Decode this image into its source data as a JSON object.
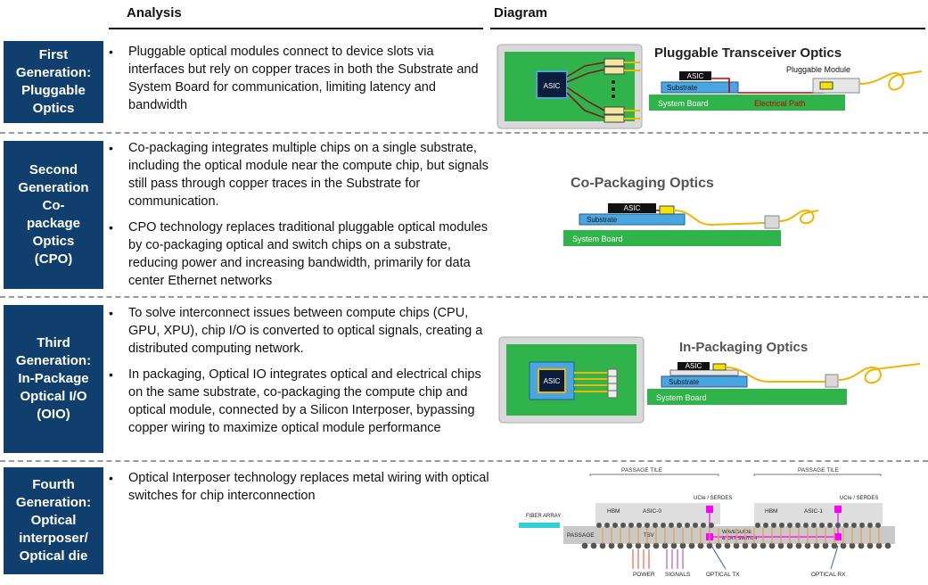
{
  "headers": {
    "analysis": "Analysis",
    "diagram": "Diagram"
  },
  "rows": [
    {
      "generation": [
        "First",
        "Generation:",
        "Pluggable",
        "Optics"
      ],
      "bullets": [
        "Pluggable optical modules connect to device slots via interfaces but rely on copper traces in both the Substrate and System Board for communication, limiting latency and bandwidth"
      ],
      "diagram": {
        "title": "Pluggable Transceiver Optics",
        "asic": "ASIC",
        "substrate": "Substrate",
        "system_board": "System Board",
        "module": "Pluggable Module",
        "path": "Electrical Path"
      }
    },
    {
      "generation": [
        "Second",
        "Generation",
        "Co-",
        "package",
        "Optics",
        "(CPO)"
      ],
      "bullets": [
        "Co-packaging integrates multiple chips on a single substrate, including the optical module near the compute chip, but signals still pass through copper traces in the Substrate for communication.",
        "CPO technology replaces traditional pluggable optical modules by co-packaging optical and switch chips on a substrate, reducing power and increasing bandwidth, primarily for data center Ethernet networks"
      ],
      "diagram": {
        "title": "Co-Packaging Optics",
        "asic": "ASIC",
        "substrate": "Substrate",
        "system_board": "System Board"
      }
    },
    {
      "generation": [
        "Third",
        "Generation:",
        "In-Package",
        "Optical I/O",
        "(OIO)"
      ],
      "bullets": [
        "To solve interconnect issues between compute chips (CPU, GPU, XPU), chip I/O is converted to optical signals, creating a distributed computing network.",
        "In packaging, Optical IO integrates optical and electrical chips on the same substrate, co-packaging the compute chip and optical module, connected by a Silicon Interposer, bypassing copper wiring to maximize optical module performance"
      ],
      "diagram": {
        "title": "In-Packaging Optics",
        "asic": "ASIC",
        "substrate": "Substrate",
        "system_board": "System Board"
      }
    },
    {
      "generation": [
        "Fourth",
        "Generation:",
        "Optical",
        "interposer/",
        "Optical die"
      ],
      "bullets": [
        "Optical Interposer technology replaces metal wiring with optical switches for chip interconnection"
      ],
      "diagram": {
        "passage_tile": "PASSAGE TILE",
        "hbm": "HBM",
        "asic0": "ASIC-0",
        "asic1": "ASIC-1",
        "ucie": "UCIe / SERDES",
        "fiber_array": "FIBER ARRAY",
        "passage": "PASSAGE",
        "tsv": "TSV",
        "waveguide": "WAVEGUIDE",
        "ckt_switch": "& CKT SWITCH",
        "power": "POWER",
        "signals": "SIGNALS",
        "optical_tx": "OPTICAL TX",
        "optical_rx": "OPTICAL RX"
      }
    }
  ],
  "colors": {
    "generation_box": "#103f6e",
    "board_green": "#2fb34a",
    "substrate_blue": "#4aa6e0",
    "fiber_yellow": "#f2b400",
    "electrical_red": "#c00000",
    "optical_magenta": "#ff00ff"
  }
}
